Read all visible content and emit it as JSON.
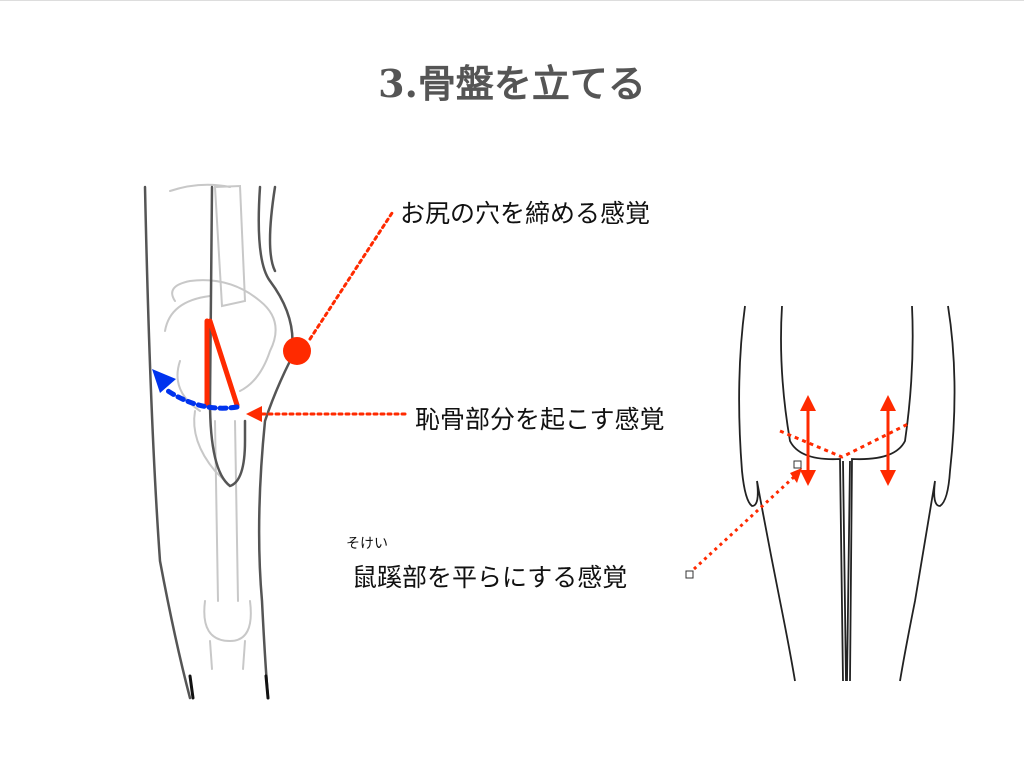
{
  "title": "3.骨盤を立てる",
  "labels": {
    "buttock": "お尻の穴を締める感覚",
    "pubic": "恥骨部分を起こす感覚",
    "groin": "鼠蹊部を平らにする感覚",
    "groin_ruby": "そけい"
  },
  "colors": {
    "red": "#ff2a00",
    "blue": "#0033ee",
    "outline": "#555555",
    "bone": "#bbbbbb"
  }
}
